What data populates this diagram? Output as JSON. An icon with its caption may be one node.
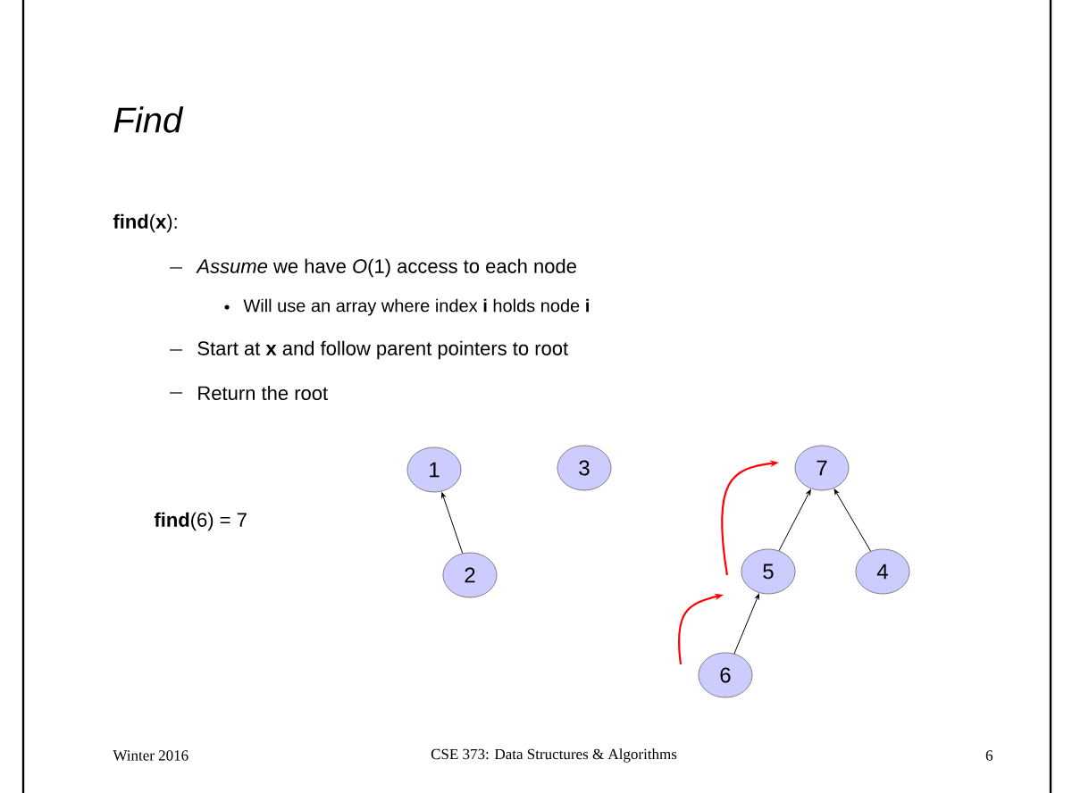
{
  "diagram": {
    "title": "Find",
    "nodes": [
      {
        "text": [
          "1"
        ]
      },
      {
        "text": [
          "3"
        ]
      },
      {
        "text": [
          "7"
        ]
      },
      {
        "text": [
          "2"
        ]
      },
      {
        "text": [
          "5"
        ]
      },
      {
        "text": [
          "4"
        ]
      },
      {
        "text": [
          "6"
        ]
      }
    ],
    "edges": [
      {
        "from": 3,
        "to": 0,
        "arrow": "to"
      },
      {
        "from": 4,
        "to": 2,
        "arrow": "to"
      },
      {
        "from": 5,
        "to": 2,
        "arrow": "to"
      },
      {
        "from": 6,
        "to": 4,
        "arrow": "to"
      }
    ],
    "labels": [
      "**find**(**x**):",
      "*Assume* we have *O*(1) access to each node",
      "Will use an array where index **i** holds node **i**",
      "Start at **x** and follow parent pointers to root",
      "Return the root",
      "**find**(6) = 7",
      "Winter 2016",
      "CSE 373: Data Structures & Algorithms",
      "6"
    ]
  }
}
